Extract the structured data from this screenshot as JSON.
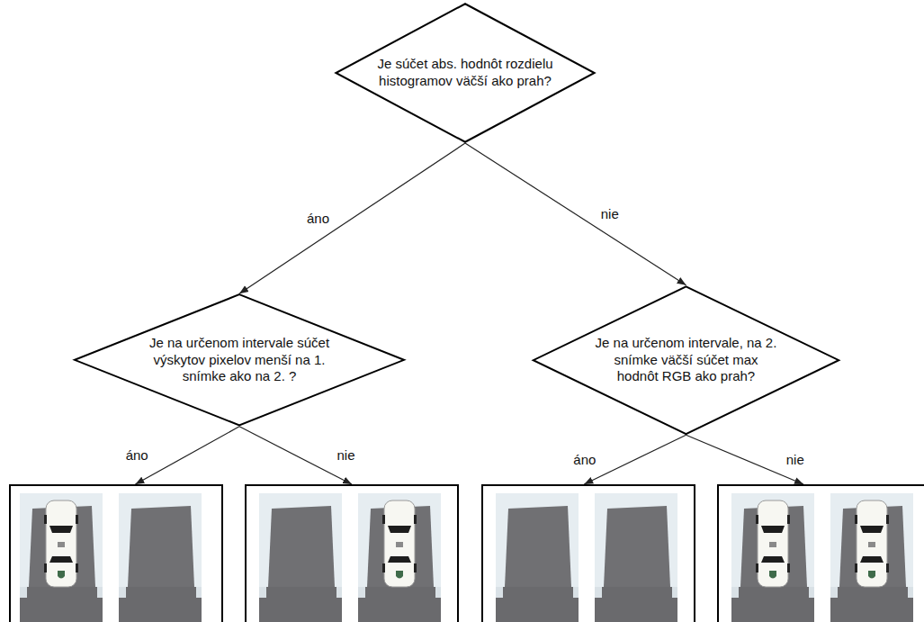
{
  "diagram": {
    "nodes": [
      {
        "text": [
          "Je súčet abs. hodnôt rozdielu histogramov väčší ako prah?"
        ]
      },
      {
        "text": [
          "Je na určenom intervale súčet výskytov pixelov menší na 1. snímke ako na 2. ?"
        ]
      },
      {
        "text": [
          "Je na určenom intervale, na 2. snímke väčší súčet max hodnôt RGB ako prah?"
        ]
      },
      {
        "text": []
      },
      {
        "text": []
      },
      {
        "text": []
      },
      {
        "text": []
      }
    ],
    "edges": [
      {
        "from": 0,
        "to": 1,
        "label": "áno",
        "arrow": "to"
      },
      {
        "from": 0,
        "to": 2,
        "label": "nie",
        "arrow": "to"
      },
      {
        "from": 1,
        "to": 3,
        "label": "áno",
        "arrow": "to"
      },
      {
        "from": 1,
        "to": 4,
        "label": "nie",
        "arrow": "to"
      },
      {
        "from": 2,
        "to": 5,
        "label": "áno",
        "arrow": "to"
      },
      {
        "from": 2,
        "to": 6,
        "label": "nie",
        "arrow": "to"
      }
    ]
  }
}
